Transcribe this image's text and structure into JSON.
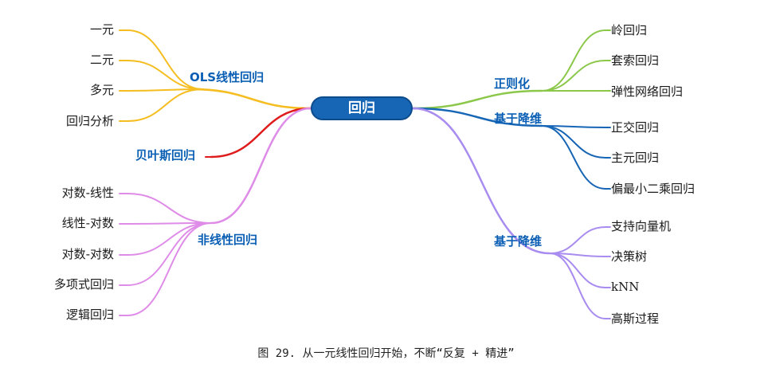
{
  "root": {
    "label": "回归"
  },
  "branches": {
    "ols": {
      "label": "OLS线性回归",
      "color": "#f5bd1f",
      "leaves": [
        "一元",
        "二元",
        "多元",
        "回归分析"
      ]
    },
    "bayes": {
      "label": "贝叶斯回归",
      "color": "#e01b1b"
    },
    "nonlinear": {
      "label": "非线性回归",
      "color": "#df8ce8",
      "leaves": [
        "对数-线性",
        "线性-对数",
        "对数-对数",
        "多项式回归",
        "逻辑回归"
      ]
    },
    "regularization": {
      "label": "正则化",
      "color": "#8bc84a",
      "leaves": [
        "岭回归",
        "套索回归",
        "弹性网络回归"
      ]
    },
    "dimred": {
      "label": "基于降维",
      "color": "#1766b6",
      "leaves": [
        "正交回归",
        "主元回归",
        "偏最小二乘回归"
      ]
    },
    "ml": {
      "label": "基于降维",
      "color": "#a98cf0",
      "leaves": [
        "支持向量机",
        "决策树",
        "kNN",
        "高斯过程"
      ]
    }
  },
  "caption": "图 29. 从一元线性回归开始，不断“反复 + 精进”"
}
